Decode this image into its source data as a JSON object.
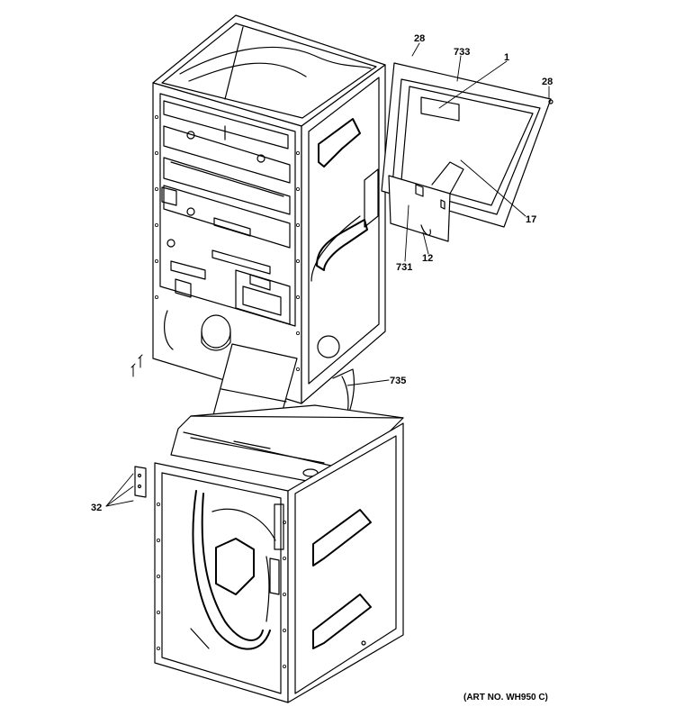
{
  "callouts": {
    "c28_top": "28",
    "c733": "733",
    "c1": "1",
    "c28_right": "28",
    "c17": "17",
    "c731": "731",
    "c12": "12",
    "c735": "735",
    "c32": "32"
  },
  "art_number": "(ART NO. WH950 C)",
  "colors": {
    "line": "#000000",
    "background": "#ffffff",
    "panel_shade": "#f0f0f0"
  }
}
